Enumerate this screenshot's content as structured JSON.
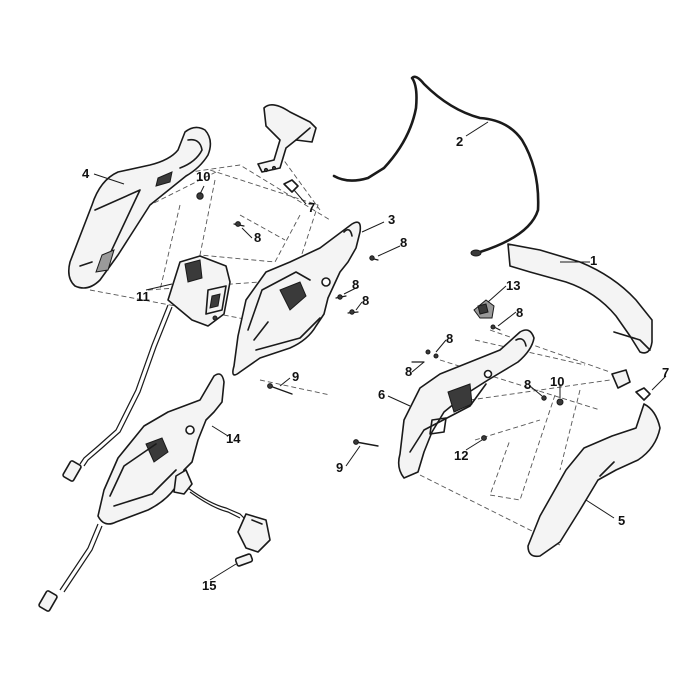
{
  "callouts": {
    "c1": "1",
    "c2": "2",
    "c3": "3",
    "c4": "4",
    "c5": "5",
    "c6": "6",
    "c7a": "7",
    "c7b": "7",
    "c8a": "8",
    "c8b": "8",
    "c8c": "8",
    "c8d": "8",
    "c8e": "8",
    "c8f": "8",
    "c8g": "8",
    "c8h": "8",
    "c9a": "9",
    "c9b": "9",
    "c10a": "10",
    "c10b": "10",
    "c11": "11",
    "c12": "12",
    "c13": "13",
    "c14": "14",
    "c15": "15"
  }
}
